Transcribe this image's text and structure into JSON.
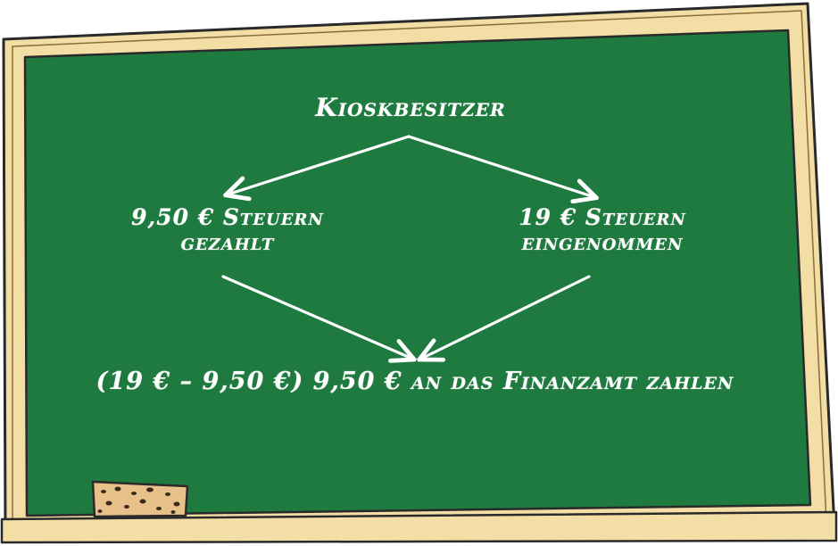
{
  "colors": {
    "board": "#1e7a3e",
    "frame": "#f3dfa6",
    "frame_outline": "#2a2a2a",
    "chalk": "#ffffff",
    "sponge": "#e8c08a"
  },
  "diagram": {
    "top_node": "Kioskbesitzer",
    "left_node": {
      "line1": "9,50 € Steuern",
      "line2": "gezahlt"
    },
    "right_node": {
      "line1": "19 € Steuern",
      "line2": "eingenommen"
    },
    "bottom_node": "(19 € – 9,50 €) 9,50 € an das Finanzamt zahlen"
  },
  "icons": {
    "eraser": "eraser-icon"
  }
}
